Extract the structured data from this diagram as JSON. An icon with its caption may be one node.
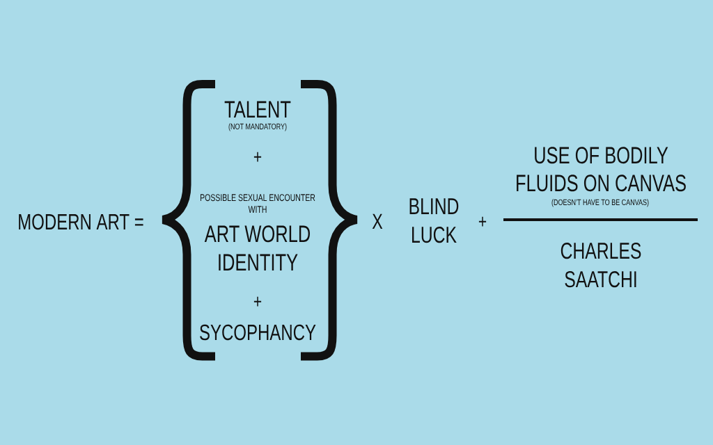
{
  "diagram": {
    "labels": [
      "MODERN ART =",
      "TALENT",
      "(NOT MANDATORY)",
      "+",
      "POSSIBLE SEXUAL ENCOUNTER WITH",
      "ART WORLD IDENTITY",
      "+",
      "SYCOPHANCY",
      "X",
      "BLIND LUCK",
      "+",
      "USE OF BODILY FLUIDS ON CANVAS",
      "(DOESN’T HAVE TO BE CANVAS)",
      "CHARLES SAATCHI"
    ]
  }
}
